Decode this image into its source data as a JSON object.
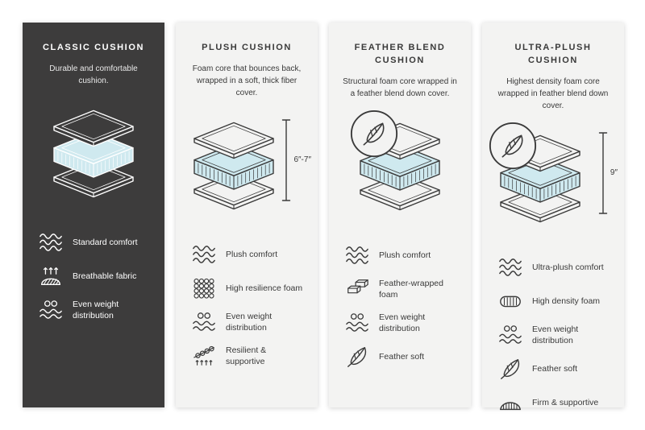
{
  "colors": {
    "dark_panel": "#3d3c3c",
    "light_panel": "#f3f3f2",
    "foam_blue": "#cfe9ef",
    "text_dark": "#3a3a3a"
  },
  "columns": [
    {
      "title": "CLASSIC CUSHION",
      "description": "Durable and comfortable cushion.",
      "theme": "dark",
      "features": [
        {
          "icon": "waves-icon",
          "label": "Standard comfort"
        },
        {
          "icon": "breathable-fabric-icon",
          "label": "Breathable fabric"
        },
        {
          "icon": "even-weight-icon",
          "label": "Even weight distribution"
        }
      ]
    },
    {
      "title": "PLUSH CUSHION",
      "description": "Foam core that bounces back, wrapped in a soft, thick fiber cover.",
      "theme": "light",
      "height_label": "6″-7″",
      "features": [
        {
          "icon": "waves-icon",
          "label": "Plush comfort"
        },
        {
          "icon": "high-resilience-foam-icon",
          "label": "High resilience foam"
        },
        {
          "icon": "even-weight-icon",
          "label": "Even weight distribution"
        },
        {
          "icon": "spring-icon",
          "label": "Resilient & supportive"
        }
      ]
    },
    {
      "title": "FEATHER BLEND CUSHION",
      "description": "Structural foam core wrapped in a feather blend down cover.",
      "theme": "light",
      "has_feather_badge": true,
      "features": [
        {
          "icon": "waves-icon",
          "label": "Plush comfort"
        },
        {
          "icon": "bricks-icon",
          "label": "Feather-wrapped foam"
        },
        {
          "icon": "even-weight-icon",
          "label": "Even weight distribution"
        },
        {
          "icon": "feather-icon",
          "label": "Feather soft"
        }
      ]
    },
    {
      "title": "ULTRA-PLUSH CUSHION",
      "description": "Highest density foam core wrapped in feather blend down cover.",
      "theme": "light",
      "height_label": "9″",
      "has_feather_badge": true,
      "features": [
        {
          "icon": "waves-icon",
          "label": "Ultra-plush comfort"
        },
        {
          "icon": "high-density-foam-icon",
          "label": "High density foam"
        },
        {
          "icon": "even-weight-icon",
          "label": "Even weight distribution"
        },
        {
          "icon": "feather-icon",
          "label": "Feather soft"
        },
        {
          "icon": "firm-supportive-icon",
          "label": "Firm & supportive"
        }
      ]
    }
  ]
}
